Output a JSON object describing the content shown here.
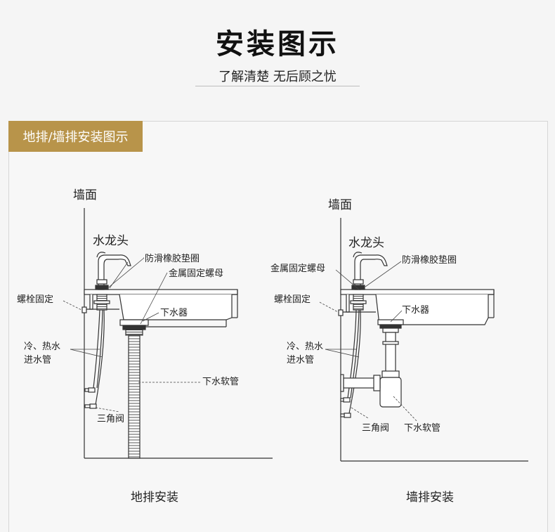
{
  "header": {
    "title": "安装图示",
    "subtitle": "了解清楚 无后顾之忧"
  },
  "section_tag": "地排/墙排安装图示",
  "left_diagram": {
    "wall_label": "墙面",
    "faucet_label": "水龙头",
    "gasket_label": "防滑橡胶垫圈",
    "nut_label": "金属固定螺母",
    "bolt_label": "螺栓固定",
    "drain_label": "下水器",
    "pipes_label_1": "冷、热水",
    "pipes_label_2": "进水管",
    "hose_label": "下水软管",
    "valve_label": "三角阀",
    "caption": "地排安装"
  },
  "right_diagram": {
    "wall_label": "墙面",
    "faucet_label": "水龙头",
    "nut_label": "金属固定螺母",
    "gasket_label": "防滑橡胶垫圈",
    "bolt_label": "螺栓固定",
    "drain_label": "下水器",
    "pipes_label_1": "冷、热水",
    "pipes_label_2": "进水管",
    "valve_label": "三角阀",
    "hose_label": "下水软管",
    "caption": "墙排安装"
  },
  "colors": {
    "accent": "#b8944a",
    "line": "#333333"
  }
}
